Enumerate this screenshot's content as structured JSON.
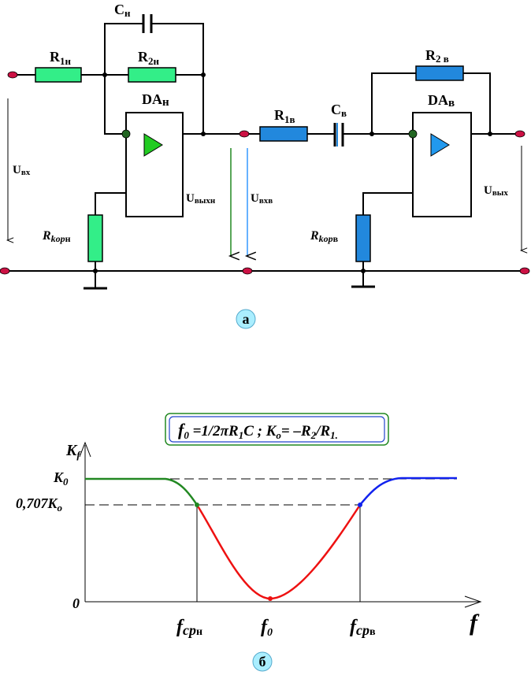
{
  "circuit": {
    "input_resistor_low": {
      "label": "R",
      "sub": "1н"
    },
    "feedback_resistor_low": {
      "label": "R",
      "sub": "2н"
    },
    "feedback_capacitor_low": {
      "label": "C",
      "sub": "н"
    },
    "opamp_low": {
      "label": "DA",
      "sub": "н"
    },
    "correction_resistor_low": {
      "label": "R",
      "sub": "kор",
      "sub2": "н"
    },
    "input_resistor_high": {
      "label": "R",
      "sub": "1в"
    },
    "input_capacitor_high": {
      "label": "C",
      "sub": "в"
    },
    "feedback_resistor_high": {
      "label": "R",
      "sub": "2 в"
    },
    "opamp_high": {
      "label": "DA",
      "sub": "в"
    },
    "correction_resistor_high": {
      "label": "R",
      "sub": "kор",
      "sub2": "в"
    },
    "voltage_in": {
      "label": "U",
      "sub": "вх"
    },
    "voltage_out_low": {
      "label": "U",
      "sub": "выхн"
    },
    "voltage_in_high": {
      "label": "U",
      "sub": "вхв"
    },
    "voltage_out": {
      "label": "U",
      "sub": "вых"
    },
    "panel_label": "а",
    "colors": {
      "low_pass": "#33ee88",
      "high_pass": "#2288dd",
      "opamp_low_fill": "#22cc22",
      "opamp_high_fill": "#2299ee",
      "arrow_green": "#228822",
      "arrow_blue": "#3399ff",
      "node": "#cc1144"
    }
  },
  "chart": {
    "formula": {
      "f": "f",
      "f_sub": "0",
      "eq1": " =1/2πR",
      "r1_sub": "1",
      "c": "C ; K",
      "k_sub": "o",
      "eq2": "= –R",
      "r2_sub": "2",
      "div": "/R",
      "r1b_sub": "1."
    },
    "y_axis_label": {
      "main": "K",
      "sub": "f"
    },
    "x_axis_label": "f",
    "y_ticks": [
      {
        "main": "K",
        "sub": "0"
      },
      {
        "main": "0,707K",
        "sub": "o"
      },
      {
        "main": "0",
        "sub": ""
      }
    ],
    "x_ticks": [
      {
        "main": "f",
        "sub": "cp",
        "sub2": "н"
      },
      {
        "main": "f",
        "sub": "0",
        "sub2": ""
      },
      {
        "main": "f",
        "sub": "cp",
        "sub2": "в"
      }
    ],
    "panel_label": "б",
    "colors": {
      "low_band": "#228822",
      "stop_band": "#ee1111",
      "high_band": "#1122ee",
      "formula_border": "#228822",
      "formula_inner": "#2244cc"
    }
  },
  "chart_data": {
    "type": "line",
    "x_ticks": [
      "fcpн",
      "f0",
      "fcpв"
    ],
    "y_ticks": [
      "K0",
      "0,707Ko",
      "0"
    ],
    "series": [
      {
        "segment": "low-pass band",
        "color": "#228822"
      },
      {
        "segment": "stop band",
        "color": "#ee1111"
      },
      {
        "segment": "high-pass band",
        "color": "#1122ee"
      }
    ]
  }
}
